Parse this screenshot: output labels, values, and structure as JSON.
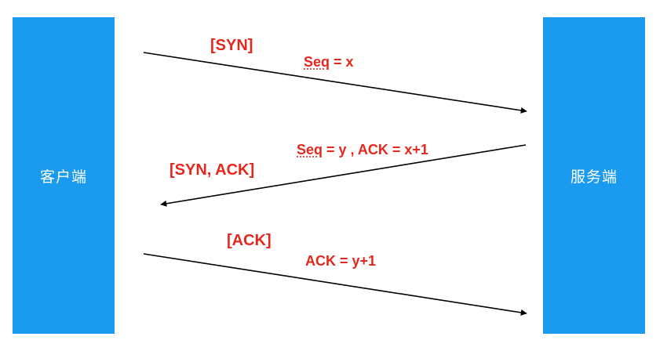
{
  "colors": {
    "endpoint_fill": "#1a9bf0",
    "endpoint_text": "#ffffff",
    "label_red": "#e5281e",
    "arrow_line": "#000000"
  },
  "endpoints": {
    "client": "客户端",
    "server": "服务端"
  },
  "messages": [
    {
      "flag": "[SYN]",
      "field_main": "Seq",
      "field_rest": " = x",
      "direction": "client-to-server"
    },
    {
      "flag": "[SYN, ACK]",
      "field_main": "Seq",
      "field_rest": " = y , ACK = x+1",
      "direction": "server-to-client"
    },
    {
      "flag": "[ACK]",
      "field_main": "",
      "field_rest": "ACK = y+1",
      "direction": "client-to-server"
    }
  ]
}
